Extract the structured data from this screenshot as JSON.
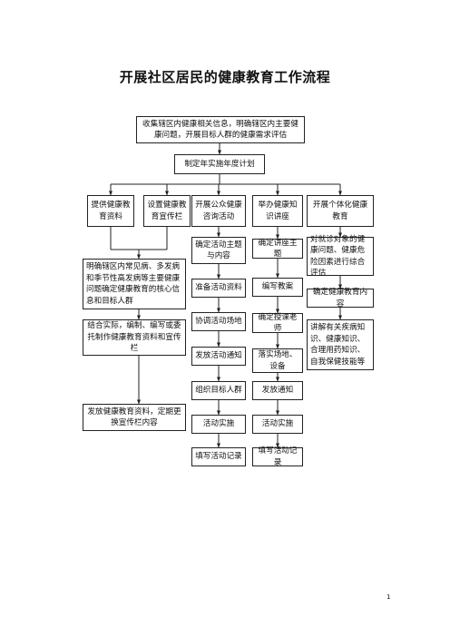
{
  "title": "开展社区居民的健康教育工作流程",
  "nodes": {
    "collect": "收集辖区内健康相关信息，明确辖区内主要健康问题，开展目标人群的健康需求评估",
    "plan": "制定年实施年度计划",
    "c1": "提供健康教育资料",
    "c2": "设置健康教育宣传栏",
    "c3": "开展公众健康咨询活动",
    "c4": "举办健康知识讲座",
    "c5": "开展个体化健康教育",
    "l1": "明确辖区内常见病、多发病和季节性高发病等主要健康问题确定健康教育的核心信息和目标人群",
    "l2": "结合实际，编制、编写或委托制作健康教育资料和宣传栏",
    "l3": "发放健康教育资料，定期更换宣传栏内容",
    "m1": "确定活动主题与内容",
    "m2": "准备活动资料",
    "m3": "协调活动场地",
    "m4": "发放活动通知",
    "m5": "组织目标人群",
    "m6": "活动实施",
    "m7": "填写活动记录",
    "r1": "确定讲座主题",
    "r2": "编写教案",
    "r3": "确定授课老师",
    "r4": "落实场地、设备",
    "r5": "发放通知",
    "r6": "活动实施",
    "r7": "填写活动记录",
    "i1": "对就诊对象的健康问题、健康危险因素进行综合评估",
    "i2": "确定健康教育内容",
    "i3": "讲解有关疾病知识、健康知识、合理用药知识、自我保健技能等"
  },
  "page_number": "1"
}
